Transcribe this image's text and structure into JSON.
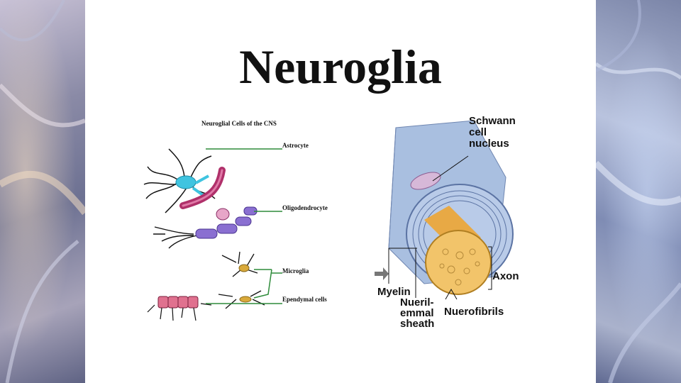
{
  "slide": {
    "title": "Neuroglia"
  },
  "figure_cns": {
    "heading": "Neuroglial Cells of the CNS",
    "labels": {
      "astrocyte": "Astrocyte",
      "oligodendrocyte": "Oligodendrocyte",
      "microglia": "Microglia",
      "ependymal": "Ependymal cells"
    }
  },
  "figure_axon": {
    "labels": {
      "schwann_1": "Schwann",
      "schwann_2": "cell",
      "schwann_3": "nucleus",
      "axon": "Axon",
      "myelin": "Myelin",
      "neuril_1": "Nueril-",
      "neuril_2": "emmal",
      "neuril_3": "sheath",
      "neurofibrils": "Nuerofibrils"
    }
  },
  "colors": {
    "line_green": "#2e8b3a",
    "astrocyte": "#3fc4e0",
    "blood_vessel": "#b0306a",
    "oligo_sheath": "#8a6fd1",
    "microglia": "#d9a93a",
    "ependymal": "#e0718f",
    "axon_core": "#f2c46a",
    "myelin": "#a9bfe0"
  }
}
